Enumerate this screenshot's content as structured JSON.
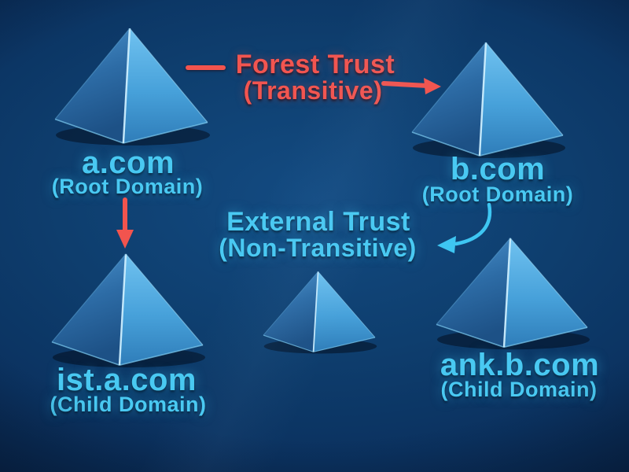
{
  "diagram": {
    "description": "Active Directory forest and domain trust diagram with five pyramid nodes",
    "nodes": {
      "a": {
        "name": "a.com",
        "type": "(Root Domain)"
      },
      "b": {
        "name": "b.com",
        "type": "(Root Domain)"
      },
      "ist": {
        "name": "ist.a.com",
        "type": "(Child Domain)"
      },
      "ank": {
        "name": "ank.b.com",
        "type": "(Child Domain)"
      },
      "middle": {
        "name": "",
        "type": ""
      }
    },
    "trusts": {
      "forest": {
        "name": "Forest Trust",
        "qualifier": "(Transitive)"
      },
      "external": {
        "name": "External Trust",
        "qualifier": "(Non-Transitive)"
      }
    },
    "colors": {
      "background": "#0e3e6e",
      "accent_red": "#f2544e",
      "accent_cyan": "#3ec6f2",
      "pyramid_face_light": "#58b6e8",
      "pyramid_face_dark": "#255e99"
    }
  }
}
